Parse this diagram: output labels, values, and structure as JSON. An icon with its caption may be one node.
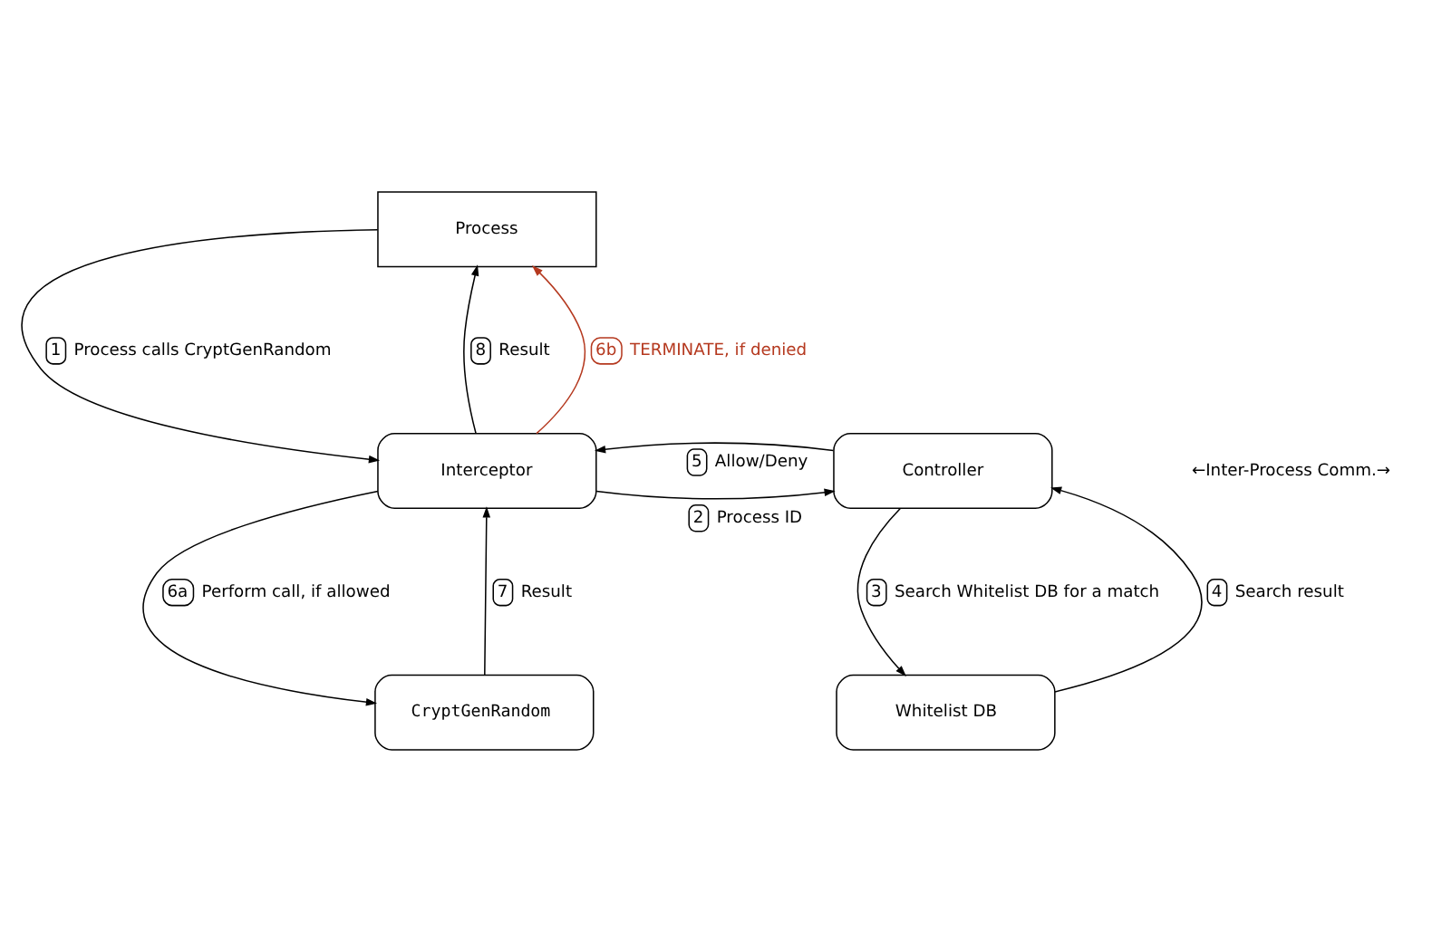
{
  "diagram": {
    "nodes": [
      {
        "text": [
          "Process"
        ]
      },
      {
        "text": [
          "Interceptor"
        ]
      },
      {
        "text": [
          "Controller"
        ]
      },
      {
        "text": [
          "CryptGenRandom"
        ]
      },
      {
        "text": [
          "Whitelist DB"
        ]
      }
    ],
    "edges": [
      {
        "from": 0,
        "to": 1,
        "arrow": "to",
        "label": "1 Process calls CryptGenRandom"
      },
      {
        "from": 1,
        "to": 0,
        "arrow": "to",
        "label": "8 Result"
      },
      {
        "from": 1,
        "to": 0,
        "arrow": "to",
        "label": "6b TERMINATE, if denied",
        "color": "#b5391f"
      },
      {
        "from": 1,
        "to": 2,
        "arrow": "to",
        "label": "2 Process ID"
      },
      {
        "from": 2,
        "to": 1,
        "arrow": "to",
        "label": "5 Allow/Deny"
      },
      {
        "from": 1,
        "to": 3,
        "arrow": "to",
        "label": "6a Perform call, if allowed"
      },
      {
        "from": 3,
        "to": 1,
        "arrow": "to",
        "label": "7 Result"
      },
      {
        "from": 2,
        "to": 4,
        "arrow": "to",
        "label": "3 Search Whitelist DB for a match"
      },
      {
        "from": 4,
        "to": 2,
        "arrow": "to",
        "label": "4 Search result"
      }
    ],
    "labels": [
      "←Inter-Process Comm.→"
    ]
  }
}
